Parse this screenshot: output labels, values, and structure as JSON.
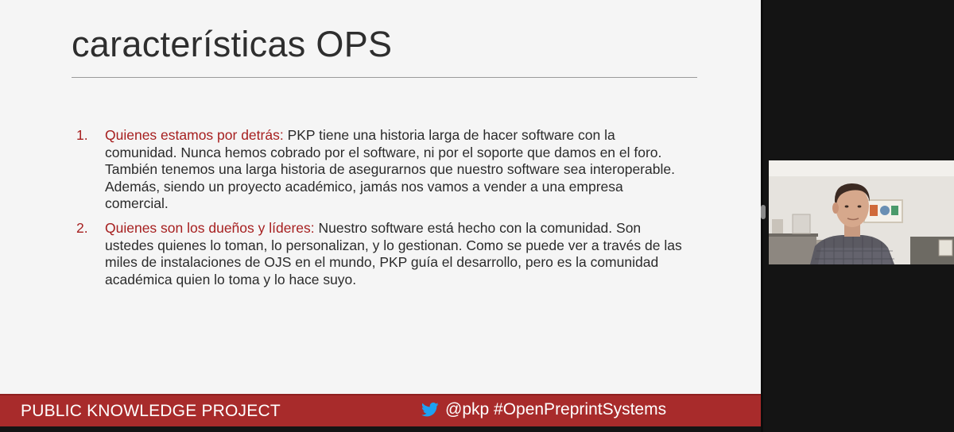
{
  "slide": {
    "title": "características OPS",
    "points": [
      {
        "number": "1.",
        "heading": "Quienes estamos por detrás:",
        "body": " PKP tiene una historia larga de hacer software con la comunidad. Nunca hemos cobrado por el software, ni por el soporte que damos en el foro. También tenemos una larga historia de asegurarnos que nuestro software sea interoperable. Además, siendo un proyecto académico, jamás nos vamos a vender a una empresa comercial."
      },
      {
        "number": "2.",
        "heading": "Quienes son los dueños y líderes:",
        "body": " Nuestro software está hecho con la comunidad. Son ustedes quienes lo toman, lo personalizan, y lo gestionan. Como se puede ver a través de las miles de instalaciones de OJS en el mundo, PKP guía el desarrollo, pero es la comunidad académica quien lo toma y lo hace suyo."
      }
    ]
  },
  "footer": {
    "left_text": "PUBLIC KNOWLEDGE PROJECT",
    "right_text": "@pkp #OpenPreprintSystems",
    "icon": "twitter-bird-icon"
  },
  "video": {
    "participant": "speaker-video"
  },
  "colors": {
    "accent_red": "#a61f1f",
    "footer_red": "#a82b2b",
    "slide_bg": "#f5f5f5",
    "twitter_blue": "#1da1f2"
  }
}
